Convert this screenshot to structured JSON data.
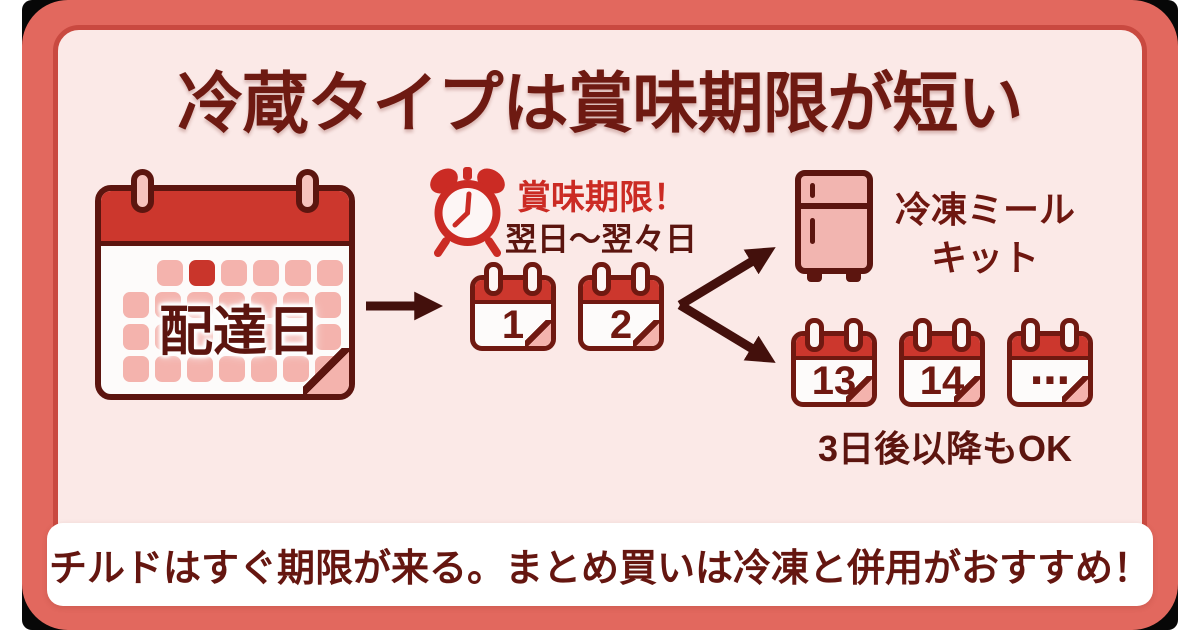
{
  "title": "冷蔵タイプは賞味期限が短い",
  "delivery": {
    "calendar_label": "配達日"
  },
  "expiry": {
    "heading": "賞味期限！",
    "range": "翌日〜翌々日"
  },
  "chilled_calendars": [
    "1",
    "2"
  ],
  "frozen": {
    "label_line1": "冷凍ミール",
    "label_line2": "キット",
    "calendars": [
      "13",
      "14",
      "⋯"
    ],
    "note": "3日後以降もOK"
  },
  "footer": {
    "message": "チルドはすぐ期限が来る。まとめ買いは冷凍と併用がおすすめ！"
  },
  "icons": {
    "delivery-calendar-icon": "large calendar page with highlighted date grid",
    "alarm-clock-icon": "red alarm clock",
    "right-arrow-icon": "thick right arrow",
    "branch-arrows-icon": "two diverging arrows up-right and down-right",
    "fridge-icon": "two-door refrigerator outline",
    "day-calendar-icon": "small tear-off calendar page with folded corner"
  },
  "colors": {
    "frame_salmon": "#E2685E",
    "frame_border_red": "#C94940",
    "panel_pink": "#FBE9E7",
    "accent_red": "#CC372D",
    "dark_maroon": "#5C150F",
    "title_maroon": "#6E1A12",
    "calendar_square_pink": "#F4B3AD",
    "banner_white": "#FFFFFF",
    "background_black": "#070707"
  }
}
